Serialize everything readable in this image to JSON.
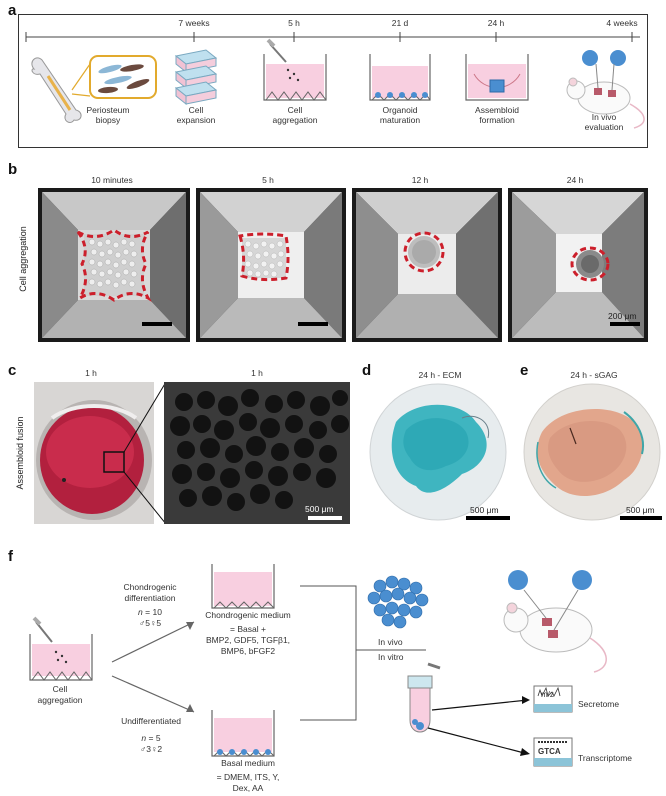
{
  "panels": {
    "a": "a",
    "b": "b",
    "c": "c",
    "d": "d",
    "e": "e",
    "f": "f"
  },
  "timeline": {
    "marks": [
      "7 weeks",
      "5 h",
      "21 d",
      "24 h",
      "4 weeks"
    ],
    "steps": [
      {
        "line1": "Periosteum",
        "line2": "biopsy"
      },
      {
        "line1": "Cell",
        "line2": "expansion"
      },
      {
        "line1": "Cell",
        "line2": "aggregation"
      },
      {
        "line1": "Organoid",
        "line2": "maturation"
      },
      {
        "line1": "Assembloid",
        "line2": "formation"
      },
      {
        "line1": "In vivo",
        "line2": "evaluation"
      }
    ]
  },
  "aggregation": {
    "side_label": "Cell aggregation",
    "times": [
      "10 minutes",
      "5 h",
      "12 h",
      "24 h"
    ],
    "scale": "200 μm"
  },
  "fusion": {
    "side_label": "Assembloid fusion",
    "left_time": "1 h",
    "right_time": "1 h",
    "scale": "500 μm"
  },
  "ecm": {
    "title": "24 h - ECM",
    "scale": "500 μm"
  },
  "sgag": {
    "title": "24 h - sGAG",
    "scale": "500 μm"
  },
  "workflow": {
    "start": {
      "line1": "Cell",
      "line2": "aggregation"
    },
    "chondro": {
      "arm1": "Chondrogenic",
      "arm2": "differentiation",
      "n_prefix": "n",
      "n_value": " = 10",
      "sex": "♂5♀5",
      "medium": "Chondrogenic medium",
      "comp1": "= Basal +",
      "comp2": "BMP2, GDF5, TGFβ1,",
      "comp3": "BMP6, bFGF2"
    },
    "basal": {
      "arm": "Undifferentiated",
      "n_prefix": "n",
      "n_value": " = 5",
      "sex": "♂3♀2",
      "medium": "Basal medium",
      "comp1": "= DMEM, ITS, Y,",
      "comp2": "Dex, AA"
    },
    "invivo": "In vivo",
    "invitro": "In vitro",
    "secretome": "Secretome",
    "transcriptome": "Transcriptome",
    "mz": "m/z",
    "gtca": "GTCA"
  }
}
